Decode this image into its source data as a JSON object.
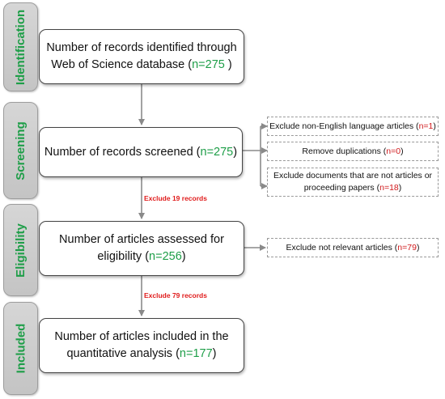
{
  "stages": {
    "identification": "Identification",
    "screening": "Screening",
    "eligibility": "Eligibility",
    "included": "Included"
  },
  "boxes": {
    "identified": {
      "line1": "Number of records identified through",
      "line2": "Web of Science database (",
      "count": "n=275",
      "suffix": " )"
    },
    "screened": {
      "text": "Number of records screened (",
      "count": "n=275",
      "suffix": ")"
    },
    "assessed": {
      "line1": "Number of articles assessed for",
      "line2": "eligibility (",
      "count": "n=256",
      "suffix": ")"
    },
    "included": {
      "line1": "Number of articles included in the",
      "line2": "quantitative analysis (",
      "count": "n=177",
      "suffix": ")"
    }
  },
  "arrow_labels": {
    "exclude_19": "Exclude 19 records",
    "exclude_79": "Exclude 79 records"
  },
  "exclusions": {
    "non_english": {
      "text": "Exclude non-English language articles (",
      "count": "n=1",
      "suffix": ")"
    },
    "duplications": {
      "text": "Remove duplications  (",
      "count": "n=0",
      "suffix": ")"
    },
    "non_articles": {
      "line1": "Exclude documents that are not articles or",
      "line2": "proceeding papers (",
      "count": "n=18",
      "suffix": ")"
    },
    "not_relevant": {
      "text": "Exclude not relevant articles (",
      "count": "n=79",
      "suffix": ")"
    }
  },
  "colors": {
    "stage_text": "#1e9e48",
    "count_green": "#1e9e48",
    "count_red": "#d0181b",
    "arrow_label": "#e01b1b"
  }
}
